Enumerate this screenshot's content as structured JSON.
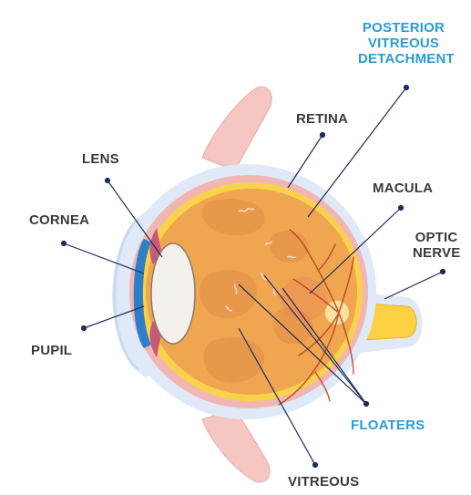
{
  "labels": {
    "pvd_line1": "POSTERIOR",
    "pvd_line2": "VITREOUS",
    "pvd_line3": "DETACHMENT",
    "retina": "RETINA",
    "lens": "LENS",
    "macula": "MACULA",
    "cornea": "CORNEA",
    "optic_line1": "OPTIC",
    "optic_line2": "NERVE",
    "pupil": "PUPIL",
    "floaters": "FLOATERS",
    "vitreous": "VITREOUS"
  },
  "colors": {
    "label_text": "#3a3a3a",
    "highlight_text": "#2a9bd6",
    "sclera": "#dfe9f7",
    "choroid": "#f2b6b2",
    "retina_layer": "#f7d24a",
    "vitreous_body": "#f0a551",
    "vitreous_patch": "#e6954a",
    "lens": "#f3f0ec",
    "iris": "#2f7fc8",
    "optic_nerve": "#fbd042",
    "vessels": "#b8421f",
    "leader_line": "#1c2c5c"
  }
}
